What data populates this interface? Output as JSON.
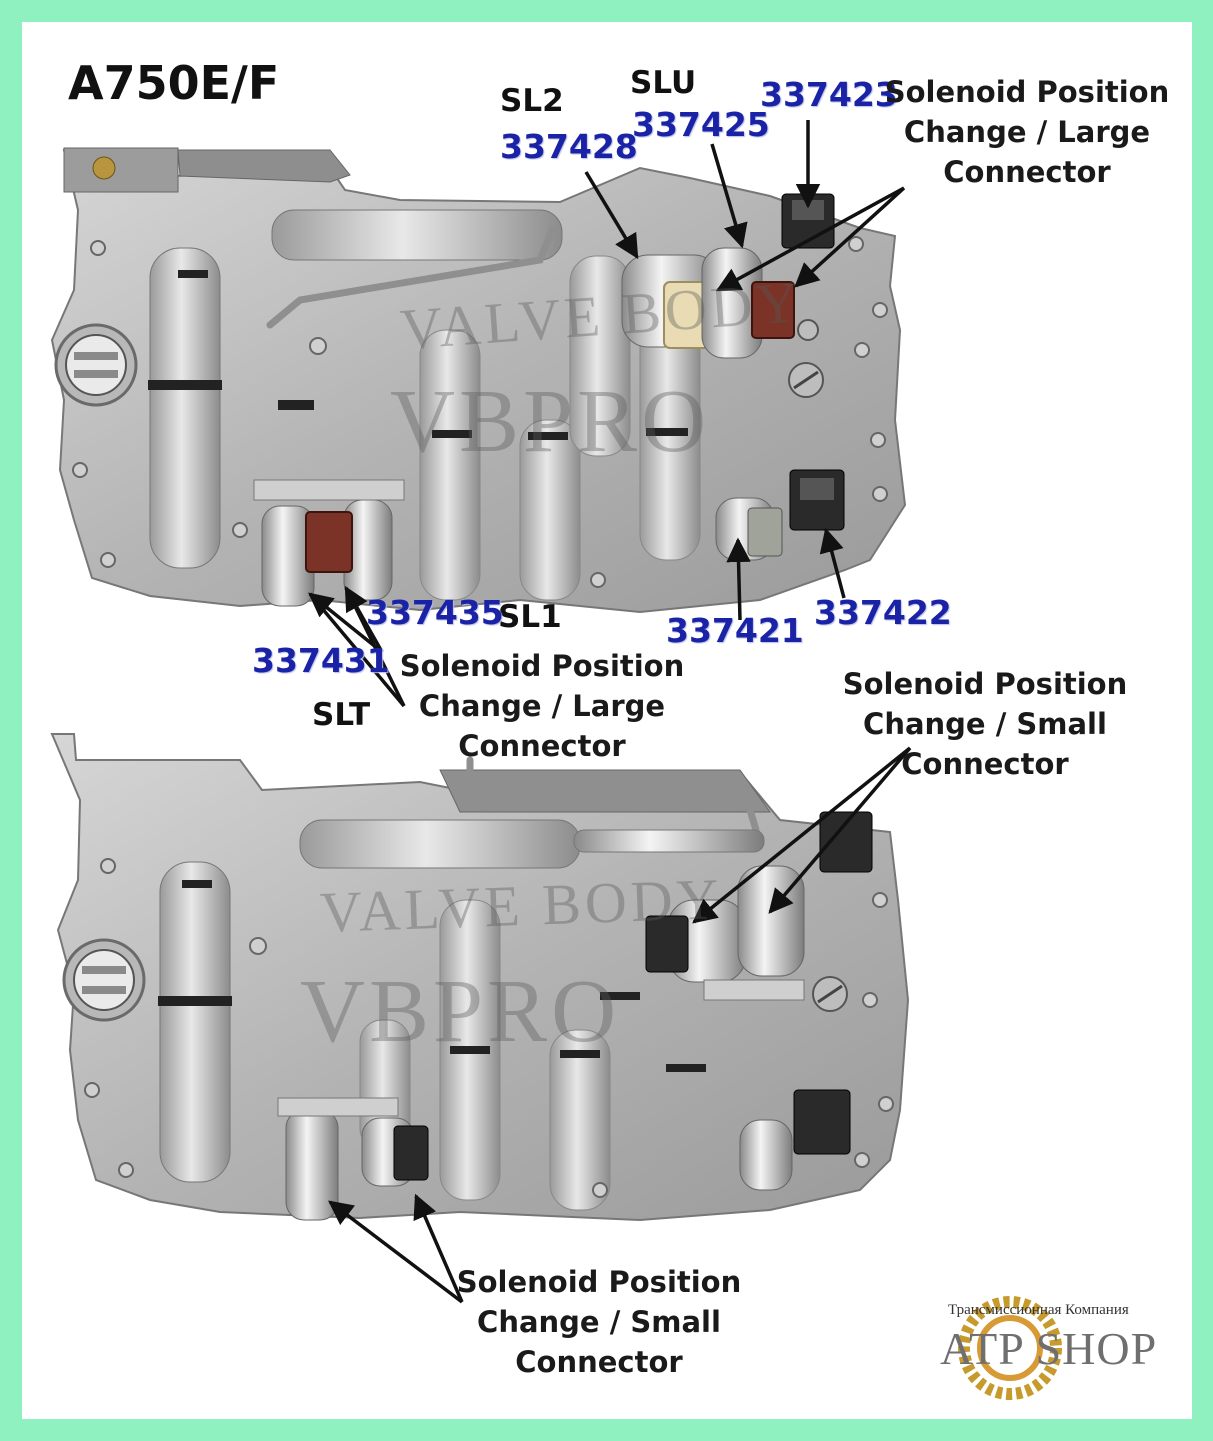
{
  "title": "A750E/F",
  "parts": {
    "sl2_num": "337428",
    "slu_num": "337425",
    "p337423": "337423",
    "p337435": "337435",
    "p337431": "337431",
    "p337421": "337421",
    "p337422": "337422"
  },
  "solenoids": {
    "sl2": "SL2",
    "slu": "SLU",
    "sl1": "SL1",
    "slt": "SLT"
  },
  "notes": {
    "top_right": [
      "Solenoid Position",
      "Change / Large",
      "Connector"
    ],
    "top_bottom": [
      "Solenoid Position",
      "Change / Large",
      "Connector"
    ],
    "lower_right": [
      "Solenoid Position",
      "Change / Small",
      "Connector"
    ],
    "lower_bottom": [
      "Solenoid Position",
      "Change / Small",
      "Connector"
    ]
  },
  "watermark": {
    "top": "VALVE BODY",
    "bottom": "VBPRO"
  },
  "logo": {
    "tagline": "Трансмиссионная Компания",
    "brand": "ATP SHOP"
  },
  "colors": {
    "border": "#8ff0c0",
    "part_number": "#1a23a6",
    "connector_brown": "#7a3326",
    "connector_black": "#2a2a2a",
    "connector_beige": "#e9dcb4"
  }
}
